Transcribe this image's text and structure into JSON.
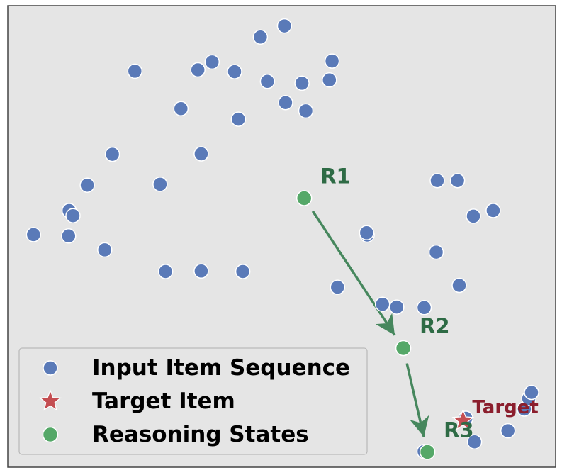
{
  "colors": {
    "background": "#e5e5e5",
    "frame": "#444444",
    "input": "#5a7ab8",
    "target": "#c44e52",
    "target_label": "#8b1e2d",
    "reasoning": "#55a868",
    "arrow": "#46875d",
    "reasoning_label": "#2e6b45"
  },
  "chart_data": {
    "type": "scatter",
    "title": "",
    "xlabel": "",
    "ylabel": "",
    "xlim": [
      0,
      100
    ],
    "ylim": [
      0,
      100
    ],
    "grid": false,
    "legend_position": "bottom-left",
    "series": [
      {
        "name": "Input Item Sequence",
        "marker": "circle",
        "points": [
          [
            50.5,
            95.6
          ],
          [
            46.1,
            93.2
          ],
          [
            59.2,
            88.0
          ],
          [
            23.2,
            85.8
          ],
          [
            34.7,
            86.1
          ],
          [
            37.3,
            87.8
          ],
          [
            41.4,
            85.7
          ],
          [
            47.4,
            83.6
          ],
          [
            53.7,
            83.2
          ],
          [
            58.7,
            83.9
          ],
          [
            31.6,
            77.7
          ],
          [
            42.1,
            75.4
          ],
          [
            50.7,
            79.0
          ],
          [
            54.4,
            77.2
          ],
          [
            19.1,
            67.8
          ],
          [
            35.3,
            67.9
          ],
          [
            14.5,
            61.1
          ],
          [
            27.8,
            61.3
          ],
          [
            11.2,
            55.6
          ],
          [
            11.9,
            54.5
          ],
          [
            4.7,
            50.4
          ],
          [
            11.1,
            50.1
          ],
          [
            17.7,
            47.1
          ],
          [
            28.8,
            42.4
          ],
          [
            35.3,
            42.5
          ],
          [
            42.9,
            42.4
          ],
          [
            60.2,
            39.0
          ],
          [
            65.6,
            50.3
          ],
          [
            65.5,
            50.8
          ],
          [
            78.4,
            62.1
          ],
          [
            82.1,
            62.1
          ],
          [
            85.0,
            54.4
          ],
          [
            88.6,
            55.6
          ],
          [
            78.2,
            46.6
          ],
          [
            82.4,
            39.4
          ],
          [
            68.4,
            35.3
          ],
          [
            71.0,
            34.7
          ],
          [
            76.0,
            34.6
          ],
          [
            94.3,
            12.6
          ],
          [
            95.1,
            14.9
          ],
          [
            95.6,
            16.2
          ],
          [
            83.6,
            10.6
          ],
          [
            91.3,
            7.9
          ],
          [
            85.2,
            5.5
          ],
          [
            76.0,
            3.4
          ]
        ]
      },
      {
        "name": "Target Item",
        "marker": "star",
        "points": [
          [
            83.1,
            10.1
          ]
        ],
        "annotation": "Target"
      },
      {
        "name": "Reasoning States",
        "marker": "circle",
        "points": [
          [
            54.1,
            58.3
          ],
          [
            72.2,
            25.8
          ],
          [
            76.6,
            3.3
          ]
        ],
        "labels": [
          "R1",
          "R2",
          "R3"
        ]
      }
    ],
    "arrows": [
      {
        "from": "R1",
        "to": "R2"
      },
      {
        "from": "R2",
        "to": "R3"
      }
    ]
  }
}
